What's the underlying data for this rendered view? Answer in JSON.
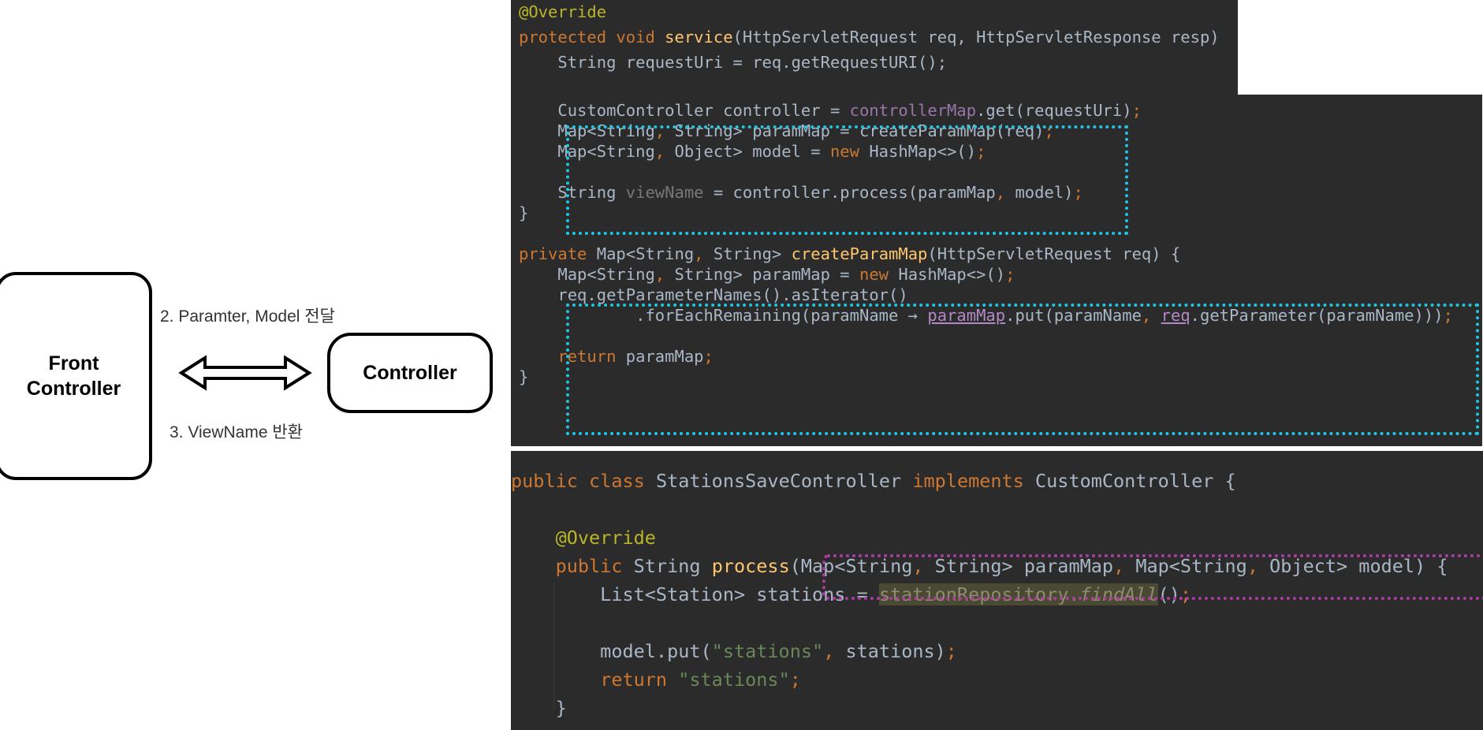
{
  "diagram": {
    "front_controller": "Front\nController",
    "controller": "Controller",
    "step2": "2. Paramter, Model 전달",
    "step3": "3. ViewName 반환"
  },
  "colors": {
    "background": "#2b2b2b",
    "keyword": "#cc7832",
    "function": "#ffc66d",
    "field": "#9876aa",
    "string": "#6a8759",
    "annotation": "#bbb529",
    "highlight_cyan": "#1ec6e6",
    "highlight_magenta": "#b03aa5"
  },
  "code": {
    "a": [
      [
        {
          "t": "@Override",
          "c": "t-ann"
        }
      ],
      [
        {
          "t": "protected void ",
          "c": "t-kw"
        },
        {
          "t": "service",
          "c": "t-fn"
        },
        {
          "t": "(HttpServletRequest req, HttpServletResponse resp) "
        }
      ],
      [
        {
          "t": "    String requestUri = req.getRequestURI();"
        }
      ]
    ],
    "b": [
      [
        {
          "t": "    CustomController controller = "
        },
        {
          "t": "controllerMap",
          "c": "t-fld"
        },
        {
          "t": ".get(requestUri)"
        },
        {
          "t": ";",
          "c": "t-kw"
        }
      ],
      [
        {
          "t": "    Map<String"
        },
        {
          "t": ", ",
          "c": "t-kw"
        },
        {
          "t": "String> paramMap = createParamMap(req)"
        },
        {
          "t": ";",
          "c": "t-kw"
        }
      ],
      [
        {
          "t": "    Map<String"
        },
        {
          "t": ", ",
          "c": "t-kw"
        },
        {
          "t": "Object> model = "
        },
        {
          "t": "new ",
          "c": "t-kw"
        },
        {
          "t": "HashMap<>()"
        },
        {
          "t": ";",
          "c": "t-kw"
        }
      ],
      [],
      [
        {
          "t": "    String "
        },
        {
          "t": "viewName",
          "c": "t-dim"
        },
        {
          "t": " = controller.process(paramMap"
        },
        {
          "t": ", ",
          "c": "t-kw"
        },
        {
          "t": "model)"
        },
        {
          "t": ";",
          "c": "t-kw"
        }
      ],
      [
        {
          "t": "}"
        }
      ],
      [],
      [
        {
          "t": "private ",
          "c": "t-kw"
        },
        {
          "t": "Map<String"
        },
        {
          "t": ", ",
          "c": "t-kw"
        },
        {
          "t": "String> "
        },
        {
          "t": "createParamMap",
          "c": "t-fn"
        },
        {
          "t": "(HttpServletRequest req) {"
        }
      ],
      [
        {
          "t": "    Map<String"
        },
        {
          "t": ", ",
          "c": "t-kw"
        },
        {
          "t": "String> paramMap = "
        },
        {
          "t": "new ",
          "c": "t-kw"
        },
        {
          "t": "HashMap<>()"
        },
        {
          "t": ";",
          "c": "t-kw"
        }
      ],
      [
        {
          "t": "    req.getParameterNames().asIterator()"
        }
      ],
      [
        {
          "t": "            .forEachRemaining(paramName → "
        },
        {
          "t": "paramMap",
          "c": "t-ul"
        },
        {
          "t": ".put(paramName"
        },
        {
          "t": ", ",
          "c": "t-kw"
        },
        {
          "t": "req",
          "c": "t-ul"
        },
        {
          "t": ".getParameter(paramName)))"
        },
        {
          "t": ";",
          "c": "t-kw"
        }
      ],
      [],
      [
        {
          "t": "    "
        },
        {
          "t": "return ",
          "c": "t-kw"
        },
        {
          "t": "paramMap"
        },
        {
          "t": ";",
          "c": "t-kw"
        }
      ],
      [
        {
          "t": "}"
        }
      ]
    ],
    "c": [
      [
        {
          "t": "public class ",
          "c": "t-kw"
        },
        {
          "t": "StationsSaveController "
        },
        {
          "t": "implements ",
          "c": "t-kw"
        },
        {
          "t": "CustomController {"
        }
      ],
      [],
      [
        {
          "t": "    "
        },
        {
          "t": "@Override",
          "c": "t-ann"
        }
      ],
      [
        {
          "t": "    "
        },
        {
          "t": "public ",
          "c": "t-kw"
        },
        {
          "t": "String "
        },
        {
          "t": "process",
          "c": "t-fn"
        },
        {
          "t": "(Map<String"
        },
        {
          "t": ", ",
          "c": "t-kw"
        },
        {
          "t": "String> paramMap"
        },
        {
          "t": ", ",
          "c": "t-kw"
        },
        {
          "t": "Map<String"
        },
        {
          "t": ", ",
          "c": "t-kw"
        },
        {
          "t": "Object> model) {"
        }
      ],
      [
        {
          "t": "        List<Station> stations = "
        },
        {
          "t": "stationRepository.",
          "c": "t-hl"
        },
        {
          "t": "findAll",
          "c": "t-hl t-it"
        },
        {
          "t": "()"
        },
        {
          "t": ";",
          "c": "t-kw"
        }
      ],
      [],
      [
        {
          "t": "        model.put("
        },
        {
          "t": "\"stations\"",
          "c": "t-str"
        },
        {
          "t": ", ",
          "c": "t-kw"
        },
        {
          "t": "stations)"
        },
        {
          "t": ";",
          "c": "t-kw"
        }
      ],
      [
        {
          "t": "        "
        },
        {
          "t": "return ",
          "c": "t-kw"
        },
        {
          "t": "\"stations\"",
          "c": "t-str"
        },
        {
          "t": ";",
          "c": "t-kw"
        }
      ],
      [
        {
          "t": "    }"
        }
      ]
    ]
  }
}
